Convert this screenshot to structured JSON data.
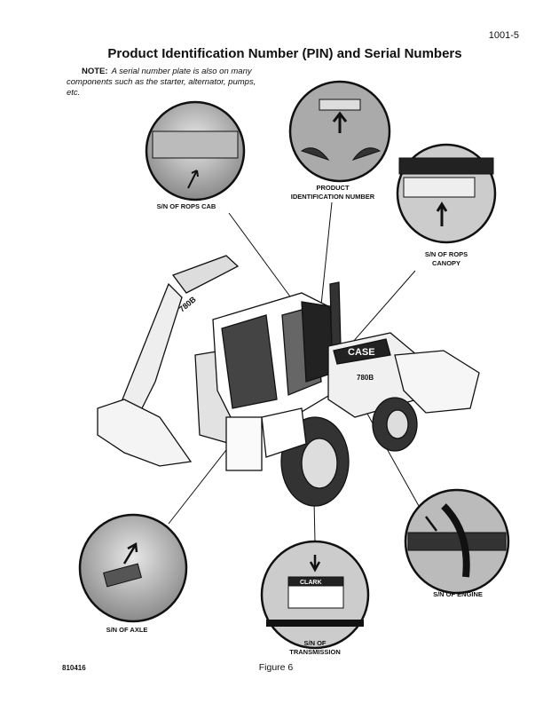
{
  "page_number": "1001-5",
  "title": "Product Identification Number (PIN) and Serial Numbers",
  "note": {
    "label": "NOTE:",
    "text": "A serial number plate is also on many components such as the starter, alternator, pumps, etc."
  },
  "callouts": {
    "rops_cab": "S/N OF ROPS CAB",
    "pin_line1": "PRODUCT",
    "pin_line2": "IDENTIFICATION NUMBER",
    "canopy_line1": "S/N OF ROPS",
    "canopy_line2": "CANOPY",
    "engine": "S/N OF ENGINE",
    "axle": "S/N OF AXLE",
    "transmission_line1": "S/N OF",
    "transmission_line2": "TRANSMISSION"
  },
  "machine_labels": {
    "model": "780B",
    "brand": "CASE",
    "plate_brand": "CLARK"
  },
  "figure_caption": "Figure 6",
  "figure_code": "810416"
}
